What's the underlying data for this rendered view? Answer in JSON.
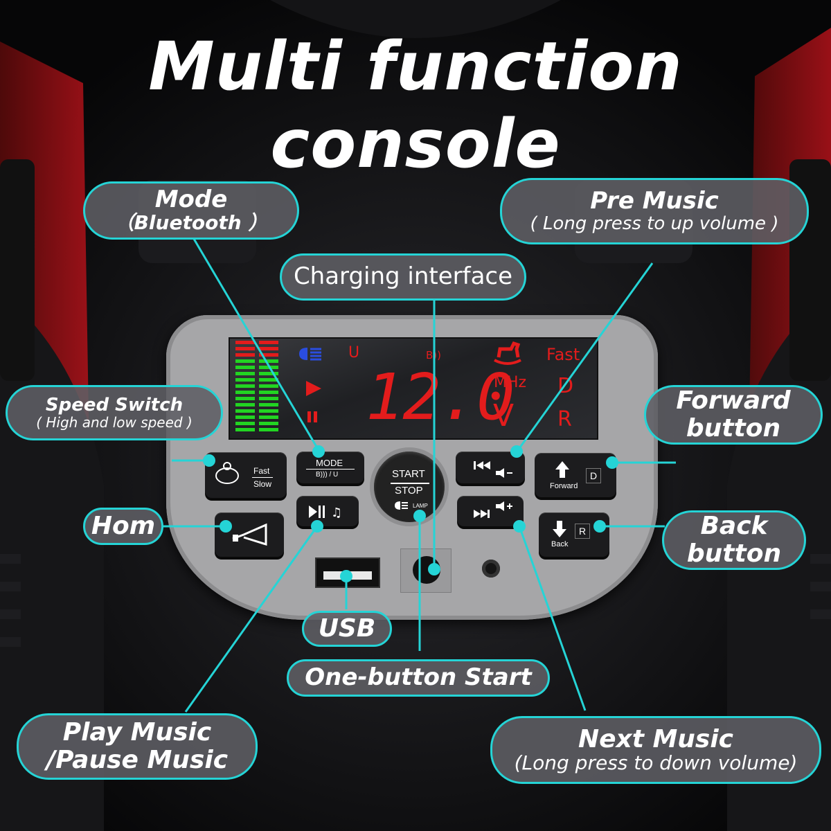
{
  "title": "Multi function console",
  "colors": {
    "accent": "#25d4d6",
    "lcd_red": "#e31c1c",
    "lcd_green": "#22d422",
    "panel": "#a6a6a8"
  },
  "lcd": {
    "value": "12.0",
    "top_u": "U",
    "top_bt": "B))",
    "top_fast": "Fast",
    "mhz": "MHz",
    "unit_v": "V",
    "gear_d": "D",
    "gear_r": "R",
    "play_icon": "play-icon",
    "pause_icon": "pause-icon",
    "headlight_icon": "headlight-icon",
    "rocking_horse_icon": "rocking-horse-icon"
  },
  "buttons": {
    "speed": {
      "fast": "Fast",
      "slow": "Slow"
    },
    "mode": {
      "label": "MODE",
      "sub": "B))) / U"
    },
    "start": {
      "start": "START",
      "stop": "STOP",
      "lamp": "LAMP"
    },
    "prev": {
      "icon": "prev-track-icon"
    },
    "next": {
      "icon": "next-track-icon"
    },
    "forward": {
      "label": "Forward",
      "letter": "D"
    },
    "back": {
      "label": "Back",
      "letter": "R"
    },
    "play_pause": {
      "icon": "play-pause-icon"
    },
    "horn": {
      "icon": "horn-icon"
    }
  },
  "callouts": {
    "mode": {
      "main": "Mode",
      "sub": "（Bluetooth ）"
    },
    "pre_music": {
      "main": "Pre Music",
      "sub": "( Long press to up volume )"
    },
    "charging": {
      "main": "Charging interface"
    },
    "speed_switch": {
      "main": "Speed Switch",
      "sub": "( High and low speed )"
    },
    "forward": {
      "main": "Forward",
      "main2": "button"
    },
    "horn": {
      "main": "Hom"
    },
    "back": {
      "main": "Back",
      "main2": "button"
    },
    "usb": {
      "main": "USB"
    },
    "one_button": {
      "main": "One-button Start"
    },
    "play": {
      "main": "Play Music",
      "main2": "/Pause Music"
    },
    "next": {
      "main": "Next Music",
      "sub": "(Long press to down volume)"
    }
  }
}
